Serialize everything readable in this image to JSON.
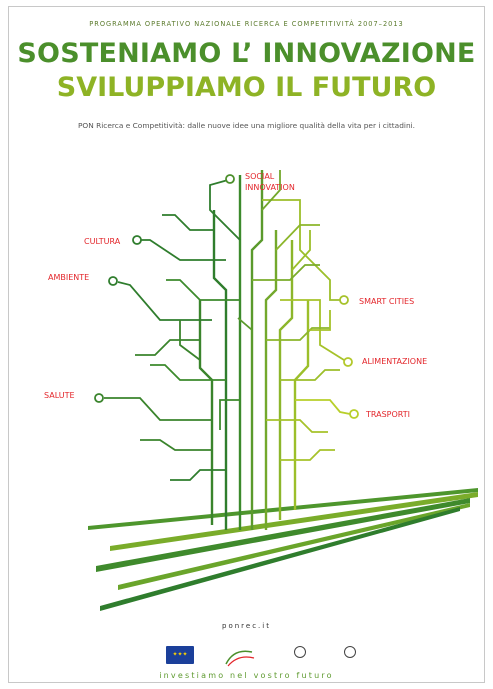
{
  "header": {
    "program": "PROGRAMMA OPERATIVO NAZIONALE RICERCA E COMPETITIVITÀ 2007–2013",
    "title_line1": "SOSTENIAMO L’ INNOVAZIONE",
    "title_line2": "SVILUPPIAMO IL FUTURO",
    "subtitle": "PON Ricerca e Competitività: dalle nuove idee una migliore qualità della vita per i cittadini."
  },
  "branches": {
    "social_innovation_1": "SOCIAL",
    "social_innovation_2": "INNOVATION",
    "cultura": "CULTURA",
    "ambiente": "AMBIENTE",
    "smart_cities": "SMART CITIES",
    "alimentazione": "ALIMENTAZIONE",
    "salute": "SALUTE",
    "trasporti": "TRASPORTI"
  },
  "website": "ponrec.it",
  "footer": "investiamo nel vostro futuro",
  "colors": {
    "dark_green": "#4b8f2b",
    "light_green": "#8eb325",
    "label_red": "#e3262b"
  }
}
